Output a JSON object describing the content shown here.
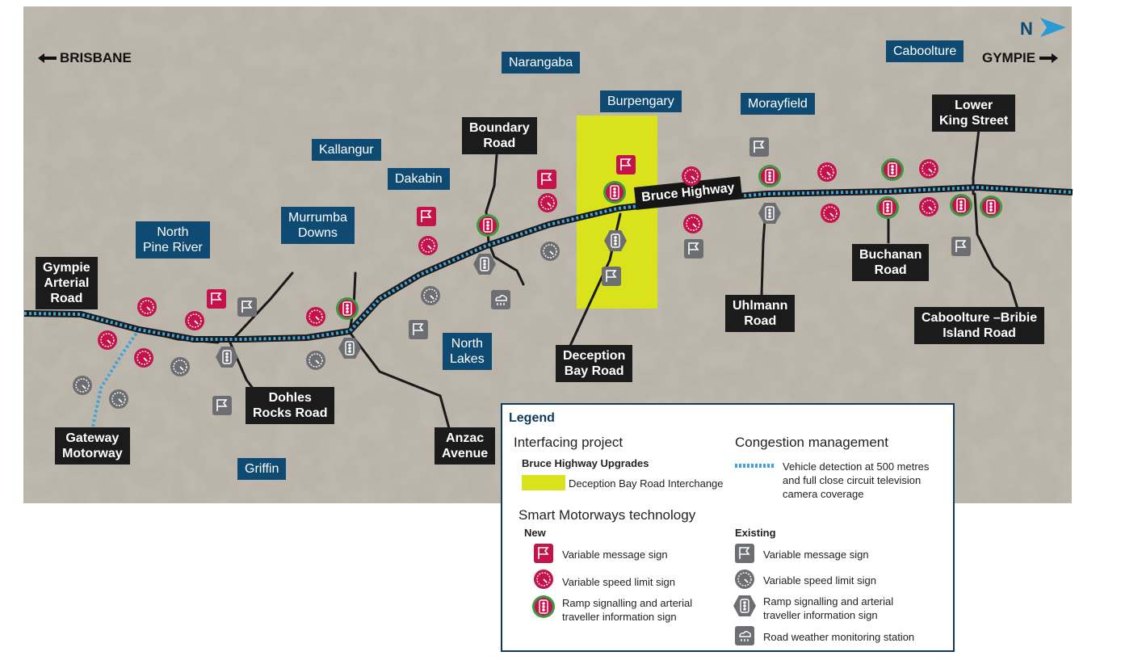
{
  "directions": {
    "south": "BRISBANE",
    "north": "GYMPIE",
    "north_arrow": "N"
  },
  "highway_label": "Bruce Highway",
  "suburbs": {
    "narangaba": "Narangaba",
    "burpengary": "Burpengary",
    "morayfield": "Morayfield",
    "caboolture": "Caboolture",
    "kallangur": "Kallangur",
    "dakabin": "Dakabin",
    "murrumba_downs": "Murrumba\nDowns",
    "north_pine_river": "North\nPine River",
    "north_lakes": "North\nLakes",
    "griffin": "Griffin"
  },
  "roads": {
    "gympie_arterial": "Gympie\nArterial\nRoad",
    "boundary_road": "Boundary\nRoad",
    "lower_king_street": "Lower\nKing Street",
    "buchanan_road": "Buchanan\nRoad",
    "uhlmann_road": "Uhlmann\nRoad",
    "caboolture_bribie": "Caboolture –Bribie\nIsland Road",
    "deception_bay_road": "Deception\nBay Road",
    "dohles_rocks_road": "Dohles\nRocks Road",
    "anzac_avenue": "Anzac\nAvenue",
    "gateway_motorway": "Gateway\nMotorway"
  },
  "legend": {
    "title": "Legend",
    "interfacing_title": "Interfacing project",
    "upgrades_title": "Bruce Highway Upgrades",
    "interchange_label": "Deception Bay Road Interchange",
    "congestion_title": "Congestion management",
    "vehicle_detection": "Vehicle detection at 500 metres\nand full close circuit television\ncamera coverage",
    "smart_title": "Smart Motorways technology",
    "new_title": "New",
    "existing_title": "Existing",
    "new_vms": "Variable message sign",
    "new_vsl": "Variable speed limit sign",
    "new_ramp": "Ramp signalling and arterial\ntraveller information sign",
    "ex_vms": "Variable message sign",
    "ex_vsl": "Variable speed limit sign",
    "ex_ramp": "Ramp signalling and arterial\ntraveller information sign",
    "ex_weather": "Road weather monitoring station"
  },
  "colors": {
    "new_sign": "#c4124b",
    "existing_sign": "#6d6e71",
    "ramp_ring": "#3a9a3f",
    "interchange": "#d9e21b",
    "detection": "#3fa3dc",
    "suburb_label": "#0f4a73",
    "road_label": "#1b1b1b"
  },
  "icon_types": {
    "vms": "variable-message-sign-icon",
    "vsl": "variable-speed-limit-icon",
    "ramp": "ramp-signal-icon",
    "weather": "weather-station-icon"
  }
}
